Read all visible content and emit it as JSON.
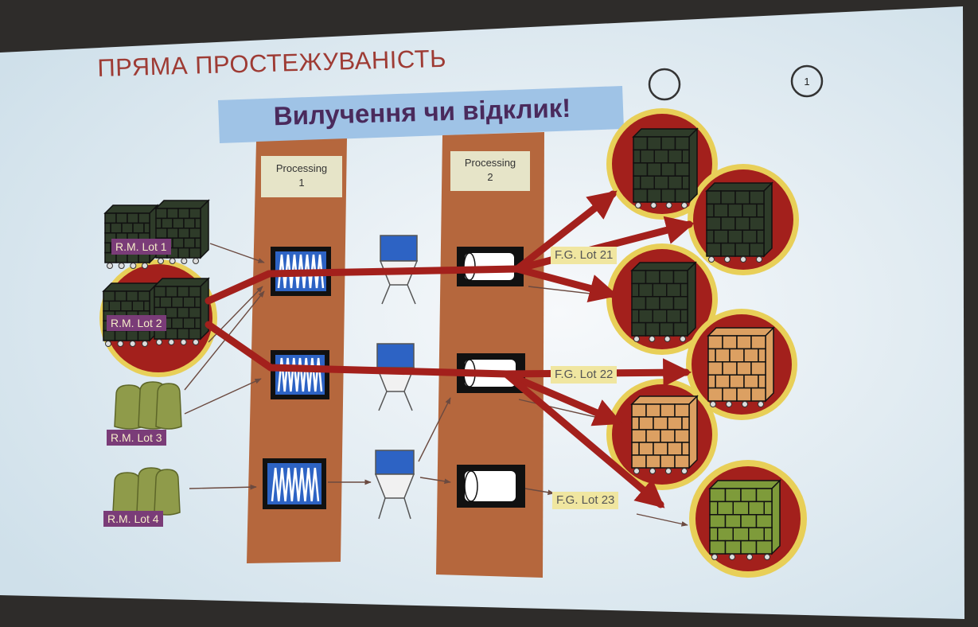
{
  "slide": {
    "title": "ПРЯМА ПРОСТЕЖУВАНІСТЬ",
    "banner": "Вилучення чи відклик!",
    "slide_number": "1"
  },
  "columns": [
    {
      "label_line1": "Processing",
      "label_line2": "1"
    },
    {
      "label_line1": "Processing",
      "label_line2": "2"
    }
  ],
  "raw_materials": [
    {
      "label": "R.M. Lot 1",
      "kind": "crate-pallet",
      "recalled": false
    },
    {
      "label": "R.M. Lot 2",
      "kind": "crate-pallet",
      "recalled": true
    },
    {
      "label": "R.M. Lot 3",
      "kind": "sacks",
      "recalled": false
    },
    {
      "label": "R.M. Lot 4",
      "kind": "sacks",
      "recalled": false
    }
  ],
  "finished_goods": [
    {
      "label": "F.G. Lot 21"
    },
    {
      "label": "F.G. Lot 22"
    },
    {
      "label": "F.G. Lot 23"
    }
  ],
  "colors": {
    "recall_red": "#a3201c",
    "column_brown": "#b5673d",
    "banner_blue": "#9fc3e6",
    "halo_yellow": "#e8cf58",
    "pallet_dark": "#2e3b29",
    "pallet_tan": "#dca062",
    "pallet_green": "#7e9b3a",
    "sack_olive": "#8f9b4a",
    "hopper_blue": "#2d63c4"
  },
  "icons": [
    "crate-pallet-icon",
    "sack-icon",
    "spring-processor-icon",
    "hopper-icon",
    "cylinder-processor-icon",
    "circle-outline-icon"
  ]
}
